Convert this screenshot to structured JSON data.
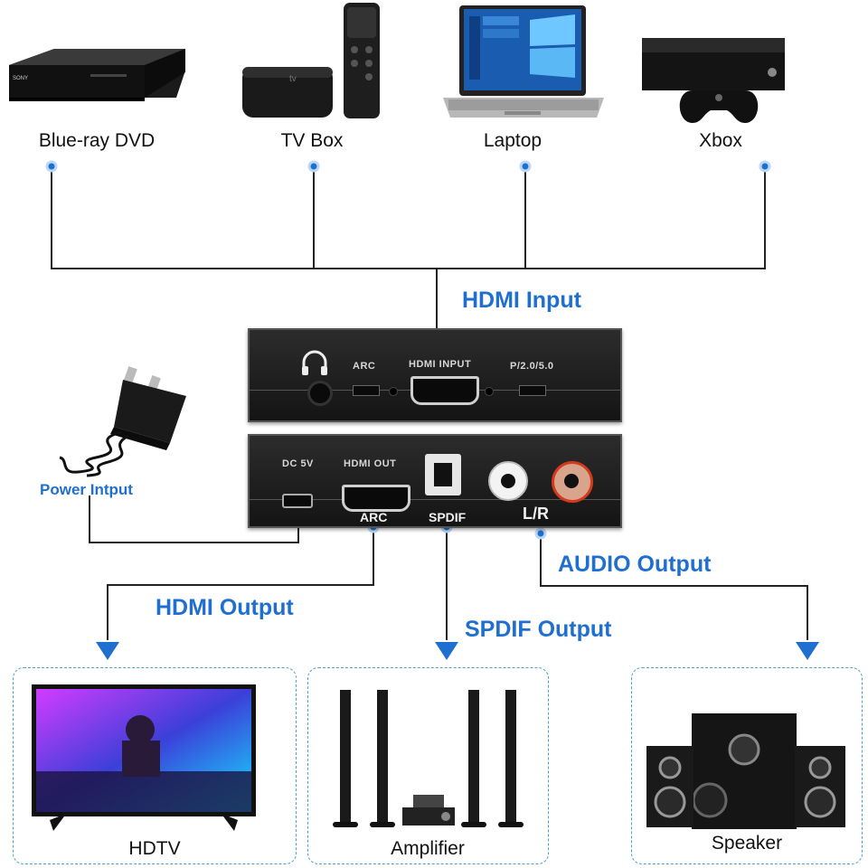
{
  "sources": {
    "dvd": "Blue-ray DVD",
    "tvbox": "TV Box",
    "laptop": "Laptop",
    "xbox": "Xbox",
    "dvd_brand": "SONY",
    "tvbox_brand": "tv"
  },
  "annotations": {
    "hdmi_input": "HDMI Input",
    "power_input": "Power Intput",
    "hdmi_output": "HDMI Output",
    "spdif_output": "SPDIF Output",
    "audio_output": "AUDIO Output"
  },
  "device_front": {
    "arc": "ARC",
    "hdmi_input": "HDMI INPUT",
    "p_switch": "P/2.0/5.0"
  },
  "device_back": {
    "dc": "DC 5V",
    "hdmi_out": "HDMI OUT",
    "arc": "ARC",
    "spdif": "SPDIF",
    "lr": "L/R"
  },
  "outputs": {
    "hdtv": "HDTV",
    "amplifier": "Amplifier",
    "speaker": "Speaker"
  },
  "colors": {
    "accent": "#1f6fd0",
    "line": "#222222",
    "box_border": "#4aa3c8"
  }
}
